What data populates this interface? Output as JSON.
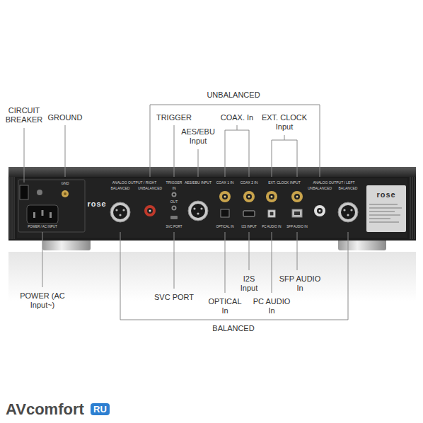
{
  "diagram": {
    "labels": [
      "CIRCUIT BREAKER",
      "GROUND",
      "UNBALANCED",
      "TRIGGER",
      "AES/EBU Input",
      "COAX. In",
      "EXT. CLOCK Input",
      "GND",
      "rose",
      "ANALOG OUTPUT / RIGHT",
      "BALANCED",
      "UNBALANCED",
      "TRIGGER",
      "IN",
      "OUT",
      "SVC PORT",
      "AES/EBU INPUT",
      "COAX 1 IN",
      "COAX 2 IN",
      "OPTICAL IN",
      "I2S INPUT",
      "EXT. CLOCK INPUT",
      "PC AUDIO IN",
      "SFP AUDIO IN",
      "ANALOG OUTPUT / LEFT",
      "UNBALANCED",
      "BALANCED",
      "rose",
      "POWER / AC INPUT",
      "POWER (AC Input~)",
      "SVC PORT",
      "OPTICAL In",
      "I2S Input",
      "PC AUDIO In",
      "SFP AUDIO In",
      "BALANCED",
      "AVcomfort",
      "RU"
    ]
  }
}
